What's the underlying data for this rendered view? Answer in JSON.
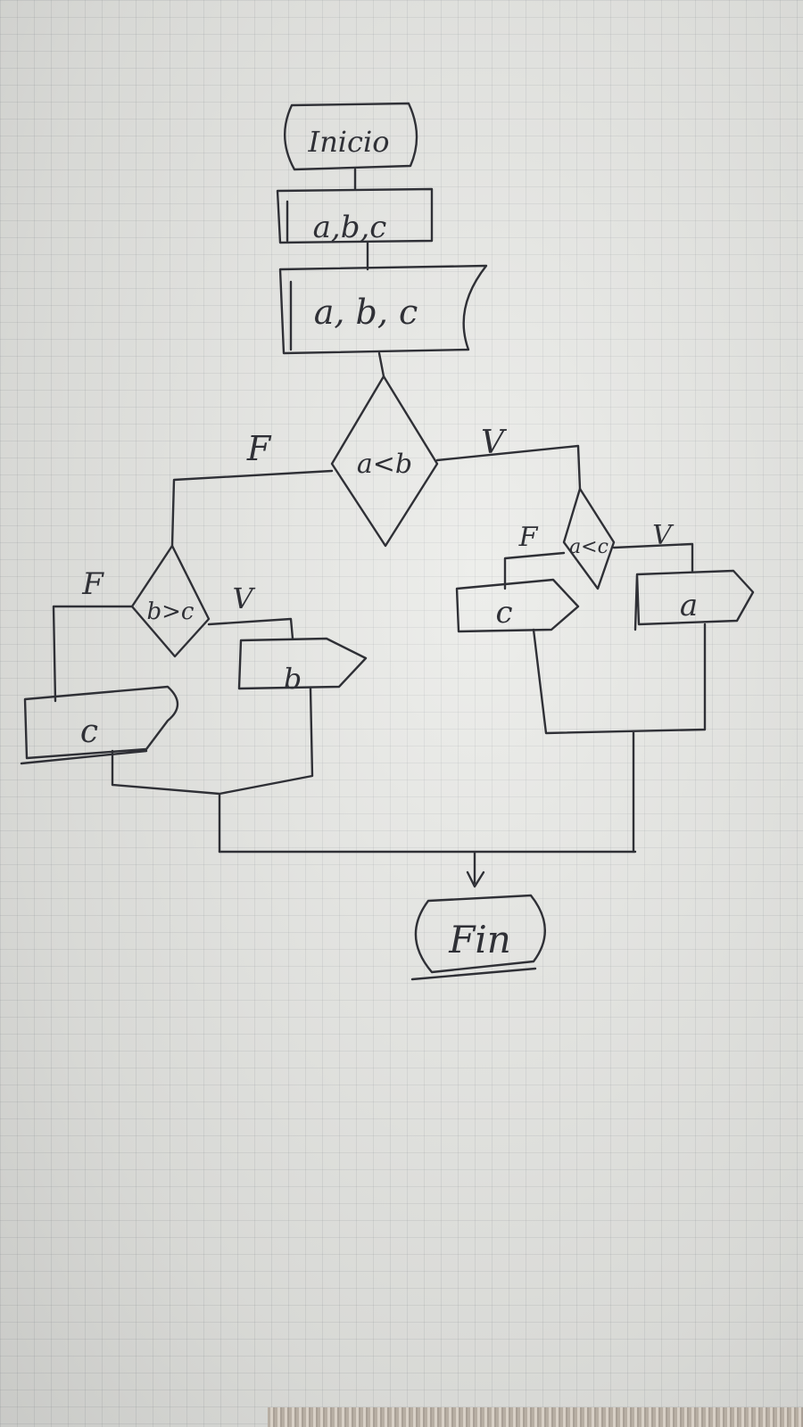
{
  "flowchart": {
    "start": "Inicio",
    "process": "a,b,c",
    "input": "a, b, c",
    "decision_main": "a<b",
    "branch_main_false": "F",
    "branch_main_true": "V",
    "decision_left": "b>c",
    "left_false": "F",
    "left_true": "V",
    "output_left_false": "c",
    "output_left_true": "b",
    "decision_right": "a<c",
    "right_false": "F",
    "right_true": "V",
    "output_right_false": "c",
    "output_right_true": "a",
    "end": "Fin"
  },
  "colors": {
    "ink": "#2f3036",
    "paper": "#e4e5e1"
  }
}
